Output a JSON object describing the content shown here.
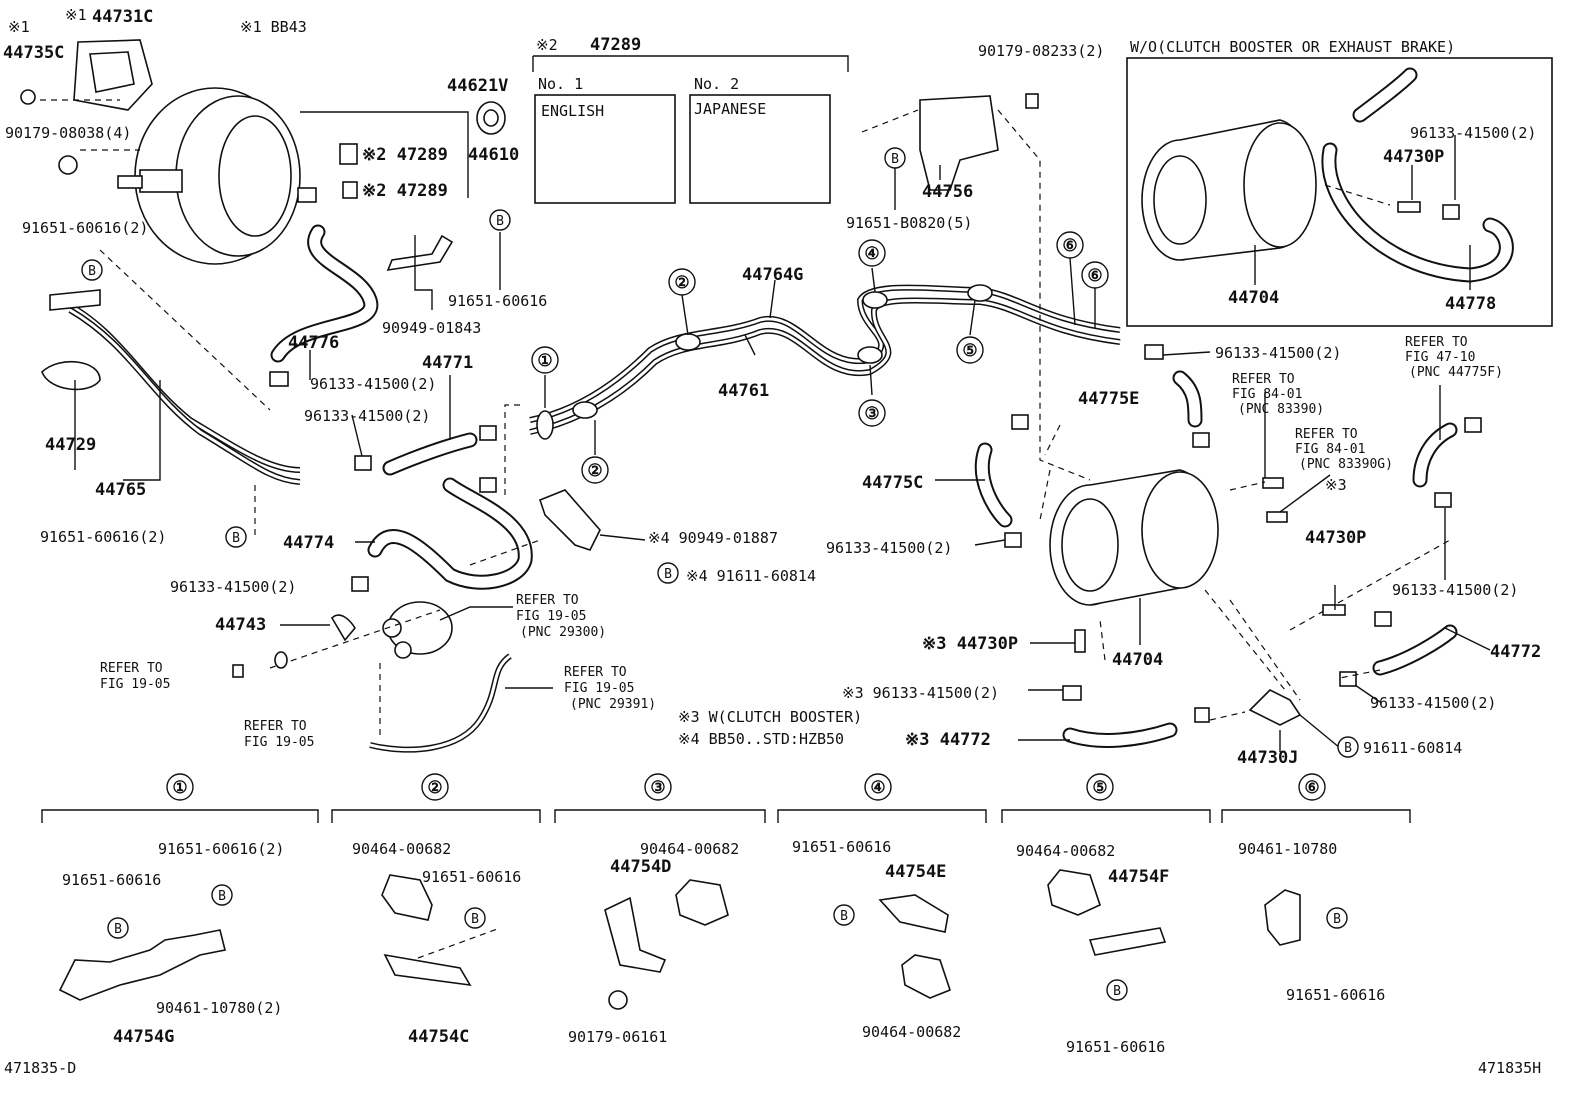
{
  "footer": {
    "left_code": "471835-D",
    "right_code": "471835H"
  },
  "notes": {
    "n1_mark": "※1",
    "n1_model": "※1 BB43",
    "n2_mark": "※2",
    "n3": "※3 W(CLUTCH BOOSTER)",
    "n4": "※4 BB50..STD:HZB50",
    "inset_title": "W/O(CLUTCH BOOSTER OR EXHAUST BRAKE)"
  },
  "labels_box": {
    "part": "47289",
    "no1": "No. 1",
    "no2": "No. 2",
    "english": "ENGLISH",
    "japanese": "JAPANESE"
  },
  "callouts": {
    "c1": "①",
    "c2": "②",
    "c3": "③",
    "c4": "④",
    "c5": "⑤",
    "c6": "⑥"
  },
  "bolt_marker": "B",
  "parts": {
    "p44731C": "44731C",
    "p44735C": "44735C",
    "p90179_08038": "90179-08038(4)",
    "p44621V": "44621V",
    "p44610": "44610",
    "p47289a": "※2 47289",
    "p47289b": "※2 47289",
    "p91651_60616_2a": "91651-60616(2)",
    "p44729": "44729",
    "p44765": "44765",
    "p44776": "44776",
    "p90949_01843": "90949-01843",
    "p91651_60616a": "91651-60616",
    "p96133_a": "96133-41500(2)",
    "p96133_b": "96133-41500(2)",
    "p44771": "44771",
    "p91651_60616_2b": "91651-60616(2)",
    "p44774": "44774",
    "p96133_c": "96133-41500(2)",
    "p44743": "44743",
    "refer1": "REFER TO",
    "refer1b": "FIG 19-05",
    "refer2a": "REFER TO",
    "refer2b": "FIG 19-05",
    "refer3a": "REFER TO",
    "refer3b": "FIG 19-05",
    "refer3c": "(PNC 29300)",
    "refer4a": "REFER TO",
    "refer4b": "FIG 19-05",
    "refer4c": "(PNC 29391)",
    "p90949_01887": "※4 90949-01887",
    "p91611_60814a": "※4 91611-60814",
    "p44764G": "44764G",
    "p44761": "44761",
    "p90179_08233": "90179-08233(2)",
    "p44756": "44756",
    "p91651_B0820": "91651-B0820(5)",
    "p96133_d": "96133-41500(2)",
    "p44775E": "44775E",
    "p44775C": "44775C",
    "p96133_e": "96133-41500(2)",
    "p44730P_3": "※3 44730P",
    "p44704": "44704",
    "p96133_f": "※3  96133-41500(2)",
    "p44772_3": "※3 44772",
    "p44730J": "44730J",
    "p91611_60814b": "91611-60814",
    "p96133_g": "96133-41500(2)",
    "p44772": "44772",
    "p44730P": "44730P",
    "p96133_h": "96133-41500(2)",
    "refer5a": "REFER TO",
    "refer5b": "FIG 84-01",
    "refer5c": "(PNC 83390)",
    "refer6a": "REFER TO",
    "refer6b": "FIG 84-01",
    "refer6c": "(PNC 83390G)",
    "p_n3": "※3",
    "refer7a": "REFER TO",
    "refer7b": "FIG 47-10",
    "refer7c": "(PNC 44775F)",
    "inset_96133": "96133-41500(2)",
    "inset_44730P": "44730P",
    "inset_44704": "44704",
    "inset_44778": "44778"
  },
  "details": {
    "d1": {
      "a": "91651-60616(2)",
      "b": "91651-60616",
      "c": "90461-10780(2)",
      "main": "44754G"
    },
    "d2": {
      "a": "90464-00682",
      "b": "91651-60616",
      "main": "44754C"
    },
    "d3": {
      "a": "90464-00682",
      "main_top": "44754D",
      "b": "90179-06161"
    },
    "d4": {
      "a": "91651-60616",
      "main": "44754E",
      "b": "90464-00682"
    },
    "d5": {
      "a": "90464-00682",
      "main": "44754F",
      "b": "91651-60616"
    },
    "d6": {
      "a": "90461-10780",
      "b": "91651-60616"
    }
  }
}
